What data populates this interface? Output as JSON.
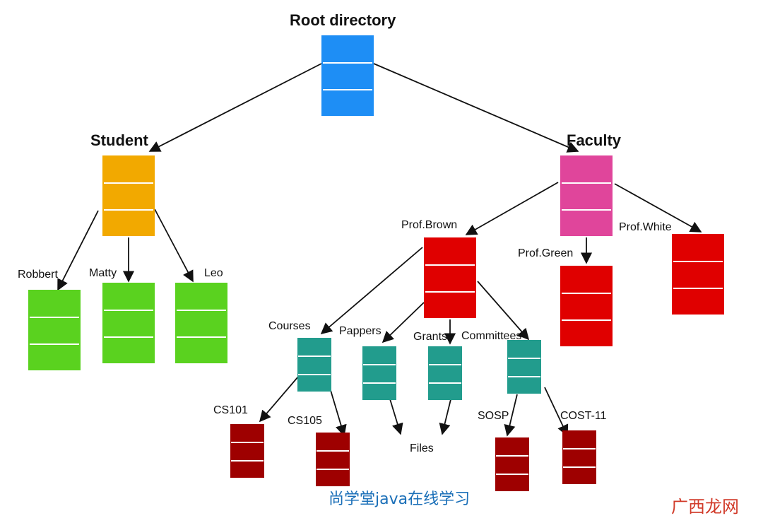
{
  "colors": {
    "root": "#1e8ef5",
    "student": "#f2a900",
    "faculty": "#e0459b",
    "student_child": "#5ad21f",
    "professor": "#e00000",
    "prof_brown_child": "#229c8d",
    "course": "#9e0000",
    "committee_child": "#9e0000",
    "line": "#111111",
    "watermark_blue": "#1a6fb8",
    "watermark_red": "#d13b2a"
  },
  "nodes": [
    {
      "id": "root",
      "label": "Root directory"
    },
    {
      "id": "student",
      "label": "Student"
    },
    {
      "id": "faculty",
      "label": "Faculty"
    },
    {
      "id": "robbert",
      "label": "Robbert"
    },
    {
      "id": "matty",
      "label": "Matty"
    },
    {
      "id": "leo",
      "label": "Leo"
    },
    {
      "id": "prof_brown",
      "label": "Prof.Brown"
    },
    {
      "id": "prof_green",
      "label": "Prof.Green"
    },
    {
      "id": "prof_white",
      "label": "Prof.White"
    },
    {
      "id": "courses",
      "label": "Courses"
    },
    {
      "id": "pappers",
      "label": "Pappers"
    },
    {
      "id": "grants",
      "label": "Grants"
    },
    {
      "id": "committees",
      "label": "Committees"
    },
    {
      "id": "cs101",
      "label": "CS101"
    },
    {
      "id": "cs105",
      "label": "CS105"
    },
    {
      "id": "sosp",
      "label": "SOSP"
    },
    {
      "id": "cost11",
      "label": "COST-11"
    }
  ],
  "files_label": "Files",
  "edges": [
    [
      "root",
      "student"
    ],
    [
      "root",
      "faculty"
    ],
    [
      "student",
      "robbert"
    ],
    [
      "student",
      "matty"
    ],
    [
      "student",
      "leo"
    ],
    [
      "faculty",
      "prof_brown"
    ],
    [
      "faculty",
      "prof_green"
    ],
    [
      "faculty",
      "prof_white"
    ],
    [
      "prof_brown",
      "courses"
    ],
    [
      "prof_brown",
      "pappers"
    ],
    [
      "prof_brown",
      "grants"
    ],
    [
      "prof_brown",
      "committees"
    ],
    [
      "courses",
      "cs101"
    ],
    [
      "courses",
      "cs105"
    ],
    [
      "pappers",
      "files"
    ],
    [
      "grants",
      "files"
    ],
    [
      "committees",
      "sosp"
    ],
    [
      "committees",
      "cost11"
    ]
  ],
  "watermarks": {
    "left": "尚学堂java在线学习",
    "right": "广西龙网"
  }
}
